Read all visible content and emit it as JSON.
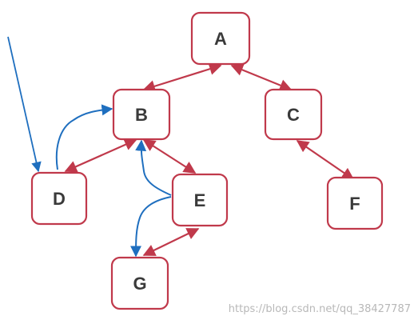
{
  "colors": {
    "node_fill": "#ffffff",
    "node_border": "#c0394b",
    "tree_edge": "#c0394b",
    "traversal_arrow": "#1f6fbf"
  },
  "nodes": {
    "A": {
      "label": "A"
    },
    "B": {
      "label": "B"
    },
    "C": {
      "label": "C"
    },
    "D": {
      "label": "D"
    },
    "E": {
      "label": "E"
    },
    "F": {
      "label": "F"
    },
    "G": {
      "label": "G"
    }
  },
  "edges": [
    {
      "from": "A",
      "to": "B",
      "style": "double-arrow"
    },
    {
      "from": "A",
      "to": "C",
      "style": "double-arrow"
    },
    {
      "from": "B",
      "to": "D",
      "style": "double-arrow"
    },
    {
      "from": "B",
      "to": "E",
      "style": "double-arrow"
    },
    {
      "from": "C",
      "to": "F",
      "style": "double-arrow"
    },
    {
      "from": "E",
      "to": "G",
      "style": "double-arrow"
    }
  ],
  "traversal_arrows": [
    {
      "from": "outside",
      "to": "D"
    },
    {
      "from": "D",
      "to": "B"
    },
    {
      "from": "E",
      "to": "B"
    },
    {
      "from": "E",
      "to": "G"
    }
  ],
  "watermark": "https://blog.csdn.net/qq_38427787"
}
